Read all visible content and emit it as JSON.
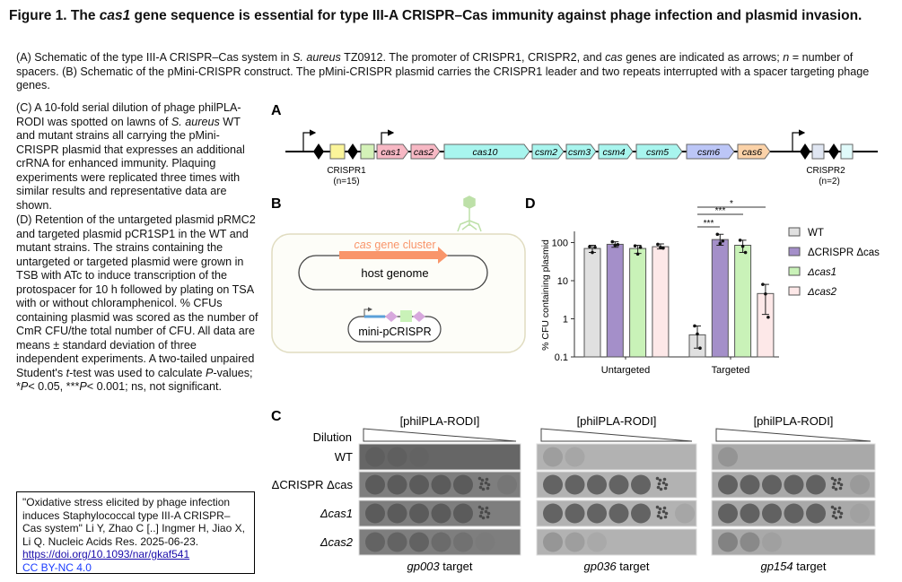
{
  "title": {
    "pre": "Figure 1. The ",
    "italic": "cas1",
    "post": " gene sequence is essential for type III-A CRISPR–Cas immunity against phage infection and plasmid invasion."
  },
  "caption": {
    "p1": "(A) Schematic of the type III-A CRISPR–Cas system in ",
    "p1_italic": "S. aureus",
    "p2": " TZ0912. The promoter of CRISPR1, CRISPR2, and ",
    "p2_italic": "cas",
    "p3": " genes are indicated as arrows; ",
    "p3_italic": "n",
    "p4": " = number of spacers. (B) Schematic of the pMini-CRISPR construct. The pMini-CRISPR plasmid carries the CRISPR1 leader and two repeats interrupted with a spacer targeting phage genes."
  },
  "left_c": {
    "a": "(C) A 10-fold serial dilution of phage philPLA-RODI was spotted on lawns of ",
    "italic": "S. aureus",
    "b": " WT and mutant strains all carrying the pMini-CRISPR plasmid that expresses an additional crRNA for enhanced immunity. Plaquing experiments were replicated three times with similar results and representative data are shown."
  },
  "left_d": {
    "a": "(D) Retention of the untargeted plasmid pRMC2 and targeted plasmid pCR1SP1 in the WT and mutant strains. The strains containing the untargeted or targeted plasmid were grown in TSB with ATc to induce transcription of the protospacer for 10 h followed by plating on TSA with or without chloramphenicol. % CFUs containing plasmid was scored as the number of CmR CFU/the total number of CFU. All data are means ± standard deviation of three independent experiments. A two-tailed unpaired Student's ",
    "t": "t",
    "b": "-test was used to calculate ",
    "P1": "P",
    "c": "-values; *",
    "P2": "P",
    "d": "< 0.05, ***",
    "P3": "P",
    "e": "< 0.001; ns, not significant."
  },
  "citation": {
    "text": "\"Oxidative stress elicited by phage infection induces Staphylococcal type III-A CRISPR–Cas system\" Li Y, Zhao C [..] Ingmer H, Jiao X, Li Q. Nucleic Acids Res. 2025-06-23.",
    "doi": "https://doi.org/10.1093/nar/gkaf541",
    "license": "CC BY-NC 4.0"
  },
  "panel_a": {
    "label": "A",
    "genes": [
      {
        "name": "cas1",
        "color": "#f7b8c4"
      },
      {
        "name": "cas2",
        "color": "#f7b8c4"
      },
      {
        "name": "cas10",
        "color": "#a8f5ee"
      },
      {
        "name": "csm2",
        "color": "#a8f5ee"
      },
      {
        "name": "csm3",
        "color": "#a8f5ee"
      },
      {
        "name": "csm4",
        "color": "#a8f5ee"
      },
      {
        "name": "csm5",
        "color": "#a8f5ee"
      },
      {
        "name": "csm6",
        "color": "#bcc6f7"
      },
      {
        "name": "cas6",
        "color": "#fbd2a8"
      }
    ],
    "crispr1": {
      "label": "CRISPR1",
      "n": "(n=15)"
    },
    "crispr2": {
      "label": "CRISPR2",
      "n": "(n=2)"
    }
  },
  "panel_b": {
    "label": "B",
    "cluster_italic": "cas",
    "cluster_rest": " gene cluster",
    "genome": "host genome",
    "plasmid": "mini-pCRISPR",
    "cluster_color": "#f9956a"
  },
  "panel_c": {
    "label": "C",
    "phage": "[philPLA-RODI]",
    "dilution": "Dilution",
    "rows": [
      "WT",
      "ΔCRISPR Δcas",
      "Δcas1",
      "Δcas2"
    ],
    "targets": [
      {
        "gene": "gp003",
        "suffix": " target"
      },
      {
        "gene": "gp036",
        "suffix": " target"
      },
      {
        "gene": "gp154",
        "suffix": " target"
      }
    ]
  },
  "chart_data": {
    "type": "bar",
    "label": "D",
    "ylabel": "% CFU containing plasmid",
    "yscale": "log",
    "ylim": [
      0.1,
      200
    ],
    "yticks": [
      "0.1",
      "1",
      "10",
      "100"
    ],
    "categories": [
      "Untargeted",
      "Targeted"
    ],
    "legend_position": "right",
    "series": [
      {
        "name": "WT",
        "color": "#e0e0e0",
        "values": [
          70,
          0.38
        ],
        "errors": [
          [
            55,
            85
          ],
          [
            0.17,
            0.65
          ]
        ],
        "points": [
          [
            78,
            55,
            75
          ],
          [
            0.65,
            0.4,
            0.17
          ]
        ]
      },
      {
        "name": "ΔCRISPR Δcas",
        "color": "#a48fc9",
        "values": [
          90,
          120
        ],
        "errors": [
          [
            75,
            105
          ],
          [
            85,
            165
          ]
        ],
        "points": [
          [
            105,
            85,
            88
          ],
          [
            165,
            95,
            110
          ]
        ]
      },
      {
        "name": "Δcas1",
        "color": "#c9f2b8",
        "values": [
          70,
          85
        ],
        "errors": [
          [
            52,
            85
          ],
          [
            55,
            115
          ]
        ],
        "points": [
          [
            82,
            50,
            75
          ],
          [
            115,
            80,
            55
          ]
        ]
      },
      {
        "name": "Δcas2",
        "color": "#fde8e8",
        "values": [
          78,
          4.6
        ],
        "errors": [
          [
            68,
            92
          ],
          [
            1.3,
            8
          ]
        ],
        "points": [
          [
            90,
            75,
            72
          ],
          [
            8,
            4.5,
            1.1
          ]
        ]
      }
    ],
    "significance": [
      {
        "from": "WT",
        "to": "ΔCRISPR Δcas",
        "label": "***"
      },
      {
        "from": "WT",
        "to": "Δcas1",
        "label": "***"
      },
      {
        "from": "WT",
        "to": "Δcas2",
        "label": "*"
      }
    ]
  }
}
